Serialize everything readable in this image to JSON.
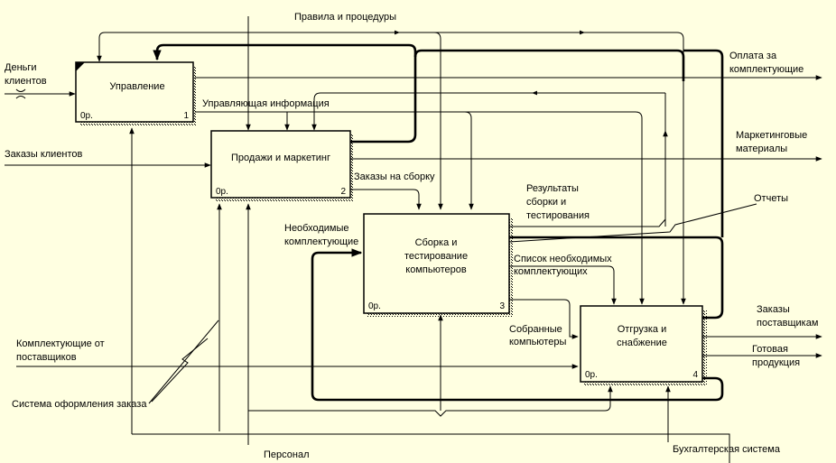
{
  "diagram": {
    "boxes": [
      {
        "title": [
          "Управление"
        ],
        "cost": "0р.",
        "number": "1"
      },
      {
        "title": [
          "Продажи и маркетинг"
        ],
        "cost": "0р.",
        "number": "2"
      },
      {
        "title": [
          "Сборка и",
          "тестирование",
          "компьютеров"
        ],
        "cost": "0р.",
        "number": "3"
      },
      {
        "title": [
          "Отгрузка и",
          "снабжение"
        ],
        "cost": "0р.",
        "number": "4"
      }
    ],
    "arrows": {
      "money": [
        "Деньги",
        "клиентов"
      ],
      "orders": [
        "Заказы клиентов"
      ],
      "components_in": [
        "Комплектующие от",
        "поставщиков"
      ],
      "order_system": [
        "Система оформления заказа"
      ],
      "rules": [
        "Правила и процедуры"
      ],
      "personnel": [
        "Персонал"
      ],
      "accounting": [
        "Бухгалтерская система"
      ],
      "mgmt_info": [
        "Управляющая информация"
      ],
      "assembly_orders": [
        "Заказы на сборку"
      ],
      "needed_components": [
        "Необходимые",
        "комплектующие"
      ],
      "results": [
        "Результаты",
        "сборки и",
        "тестирования"
      ],
      "reports": [
        "Отчеты"
      ],
      "components_list": [
        "Список необходимых",
        "комплектующих"
      ],
      "assembled": [
        "Собранные",
        "компьютеры"
      ],
      "payment": [
        "Оплата за",
        "комплектующие"
      ],
      "marketing": [
        "Маркетинговые",
        "материалы"
      ],
      "supplier_orders": [
        "Заказы",
        "поставщикам"
      ],
      "finished": [
        "Готовая",
        "продукция"
      ]
    }
  }
}
